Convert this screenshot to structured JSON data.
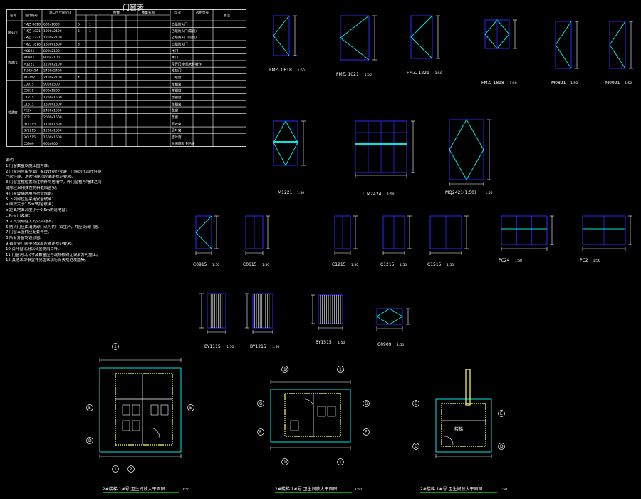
{
  "schedule": {
    "title": "门窗表",
    "header_cols": [
      "名称",
      "设计编号",
      "洞口尺寸(mm)",
      "樘数",
      "图集名称",
      "页次",
      "选用型号",
      "备注"
    ],
    "group_labels": [
      "防火门",
      "普通门",
      "普通窗"
    ],
    "rows": [
      [
        "FM乙 0618",
        "600x1800",
        "6",
        "1",
        "",
        "",
        "",
        "乙级防火门"
      ],
      [
        "FM乙 1021",
        "1000x2100",
        "6",
        "1",
        "",
        "",
        "",
        "乙级防火门(常闭)"
      ],
      [
        "FM乙 1221",
        "1200x2100",
        "",
        "",
        "",
        "",
        "",
        "乙级防火门(常闭)"
      ],
      [
        "FM乙 1818",
        "1800x1800",
        "3",
        "",
        "",
        "",
        "",
        "乙级防火门"
      ],
      [
        "M0821",
        "800x2100",
        "",
        "",
        "",
        "",
        "",
        "木门"
      ],
      [
        "M0921",
        "900x2100",
        "",
        "",
        "",
        "",
        "",
        "木门"
      ],
      [
        "M1221",
        "1200x2100",
        "",
        "",
        "",
        "",
        "",
        "平开门 参照大样制作"
      ],
      [
        "TLM2424",
        "2400x2400",
        "",
        "",
        "",
        "",
        "",
        "推拉门"
      ],
      [
        "MQ2421",
        "2400x2100",
        "4",
        "",
        "",
        "",
        "",
        "门联窗"
      ],
      [
        "C0915",
        "900x1500",
        "",
        "",
        "",
        "",
        "",
        "塑钢窗"
      ],
      [
        "C0615",
        "600x1500",
        "",
        "",
        "",
        "",
        "",
        "塑钢窗"
      ],
      [
        "C1215",
        "1200x1500",
        "",
        "",
        "",
        "",
        "",
        "塑钢窗"
      ],
      [
        "C1515",
        "1500x1500",
        "",
        "",
        "",
        "",
        "",
        "塑钢窗"
      ],
      [
        "PC24",
        "2400x1500",
        "",
        "",
        "",
        "",
        "",
        "飘窗"
      ],
      [
        "PC2",
        "2000x1500",
        "",
        "",
        "",
        "",
        "",
        "飘窗"
      ],
      [
        "BY1115",
        "1100x1500",
        "",
        "",
        "",
        "",
        "",
        "百叶窗"
      ],
      [
        "BY1215",
        "1200x1500",
        "",
        "",
        "",
        "",
        "",
        "百叶窗"
      ],
      [
        "BY1515",
        "1500x1500",
        "",
        "",
        "",
        "",
        "",
        "百叶窗"
      ],
      [
        "C0909",
        "900x900",
        "",
        "",
        "",
        "",
        "",
        "防盗网窗 铝合金"
      ]
    ]
  },
  "notes": {
    "title": "说明",
    "lines": [
      "1.门窗数量以施工图为准。",
      "2.门窗均应由专业厂家设计制作安装，门窗的抗风压性能",
      "  气密性能、水密性能均应满足规范要求。",
      "3.门窗立樘位置除注明外均居墙中，外门窗框与墙体之间",
      "  缝隙应采用弹性材料嵌填密实。",
      "4.门窗玻璃选用应符合规定。",
      "5.下列部位应采用安全玻璃：",
      "   a.面积大于1.5m²的窗玻璃；",
      "   b.距离地面高度小于0.5m的落地窗；",
      "   c.所有门玻璃；",
      "   d.人员流动性大的公共场所。",
      "6.防火门应由消防部门认可的厂家生产，并应设闭门器。",
      "7.门窗五金件应配套齐全。",
      "8.所有外窗均设纱窗。",
      "9.铝合金门窗型材厚度应满足规范要求。",
      "10.百叶窗采用铝合金防雨百叶。",
      "11.门窗洞口尺寸及数量应与现场核对无误后方可施工。",
      "12.其他未尽事宜详见国家现行有关规范及图集。"
    ]
  },
  "elevations": [
    {
      "name": "FM乙 0618",
      "scale": "1:50"
    },
    {
      "name": "FM乙 1021",
      "scale": "1:50"
    },
    {
      "name": "FM乙 1221",
      "scale": "1:50"
    },
    {
      "name": "FM乙 1818",
      "scale": "1:50"
    },
    {
      "name": "M0821",
      "scale": "1:50"
    },
    {
      "name": "M0921",
      "scale": "1:50"
    },
    {
      "name": "M1221",
      "scale": "1:50"
    },
    {
      "name": "TLM2424",
      "scale": "1:50"
    },
    {
      "name": "MQ2421(1:50)",
      "scale": "1:50"
    },
    {
      "name": "C0915",
      "scale": "1:50"
    },
    {
      "name": "C0615",
      "scale": "1:50"
    },
    {
      "name": "C1215",
      "scale": "1:50"
    },
    {
      "name": "C1215",
      "scale": "1:50"
    },
    {
      "name": "C1515",
      "scale": "1:50"
    },
    {
      "name": "PC24",
      "scale": "1:50"
    },
    {
      "name": "PC2",
      "scale": "1:50"
    },
    {
      "name": "BY1115",
      "scale": "1:50"
    },
    {
      "name": "BY1215",
      "scale": "1:50"
    },
    {
      "name": "BY1515",
      "scale": "1:50"
    },
    {
      "name": "C0909",
      "scale": "1:50"
    }
  ],
  "plans": [
    {
      "title": "2#楼梯 1#号 卫生间放大平面图",
      "scale": "1:50",
      "axes": [
        "E",
        "E",
        "D",
        "1",
        "2",
        "1",
        "2"
      ]
    },
    {
      "title": "2#楼梯 1#号 卫生间放大平面图",
      "scale": "1:50",
      "axes": [
        "G",
        "G",
        "F",
        "F",
        "10",
        "11",
        "10",
        "11"
      ]
    },
    {
      "title": "2#楼梯 1#号 卫生间放大平面图",
      "scale": "1:50",
      "axes": [
        "E",
        "D",
        "E",
        "D"
      ],
      "room_label": "楼梯"
    }
  ]
}
